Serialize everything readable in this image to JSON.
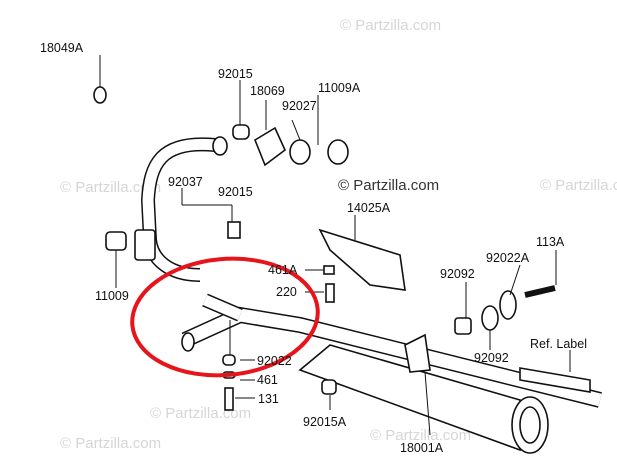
{
  "watermark": "© Partzilla.com",
  "watermark_main": "© Partzilla.com",
  "highlight_color": "#e8141c",
  "labels": {
    "p18049A": "18049A",
    "p92015a": "92015",
    "p18069": "18069",
    "p11009A": "11009A",
    "p92027": "92027",
    "p92037": "92037",
    "p92015b": "92015",
    "p14025A": "14025A",
    "p11009": "11009",
    "p461A": "461A",
    "p220": "220",
    "p113A": "113A",
    "p92092a": "92092",
    "p92022A": "92022A",
    "p92092b": "92092",
    "refLabel": "Ref.  Label",
    "p92022": "92022",
    "p461": "461",
    "p131": "131",
    "p92015c": "92015A",
    "p18001A": "18001A"
  }
}
